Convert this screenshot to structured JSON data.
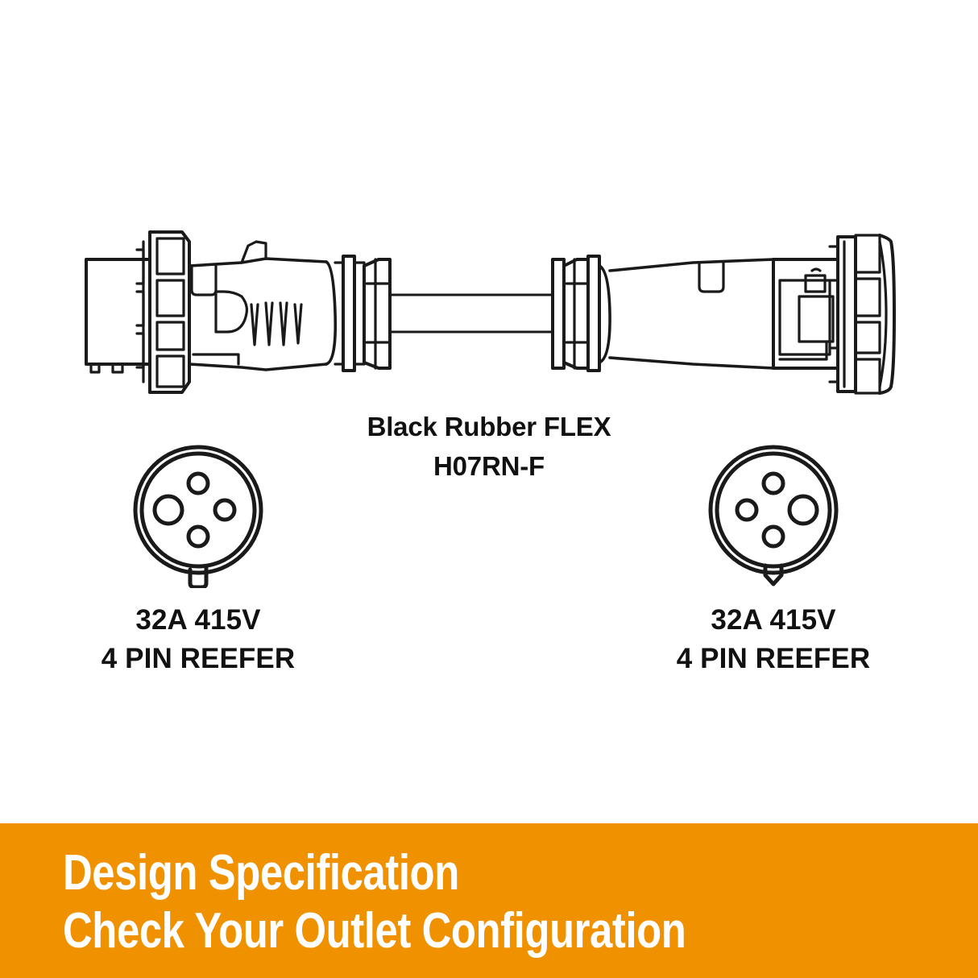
{
  "product": {
    "cable": {
      "line1": "Black Rubber FLEX",
      "line2": "H07RN-F"
    },
    "connectors": [
      {
        "side": "left",
        "type": "plug",
        "spec_line1": "32A 415V",
        "spec_line2": "4 PIN REEFER",
        "pin_count": 4,
        "pinout_icon": "plug-pinout-4pin-icon"
      },
      {
        "side": "right",
        "type": "socket",
        "spec_line1": "32A 415V",
        "spec_line2": "4 PIN REEFER",
        "pin_count": 4,
        "pinout_icon": "socket-pinout-4pin-icon"
      }
    ],
    "assembly_icon": "cable-assembly-icon"
  },
  "footer": {
    "line1": "Design Specification",
    "line2": "Check Your Outlet Configuration"
  },
  "colors": {
    "banner_background": "#F09200",
    "banner_text": "#FFFFFF",
    "line_art": "#1A1A1A",
    "page_background": "#FFFFFF"
  }
}
